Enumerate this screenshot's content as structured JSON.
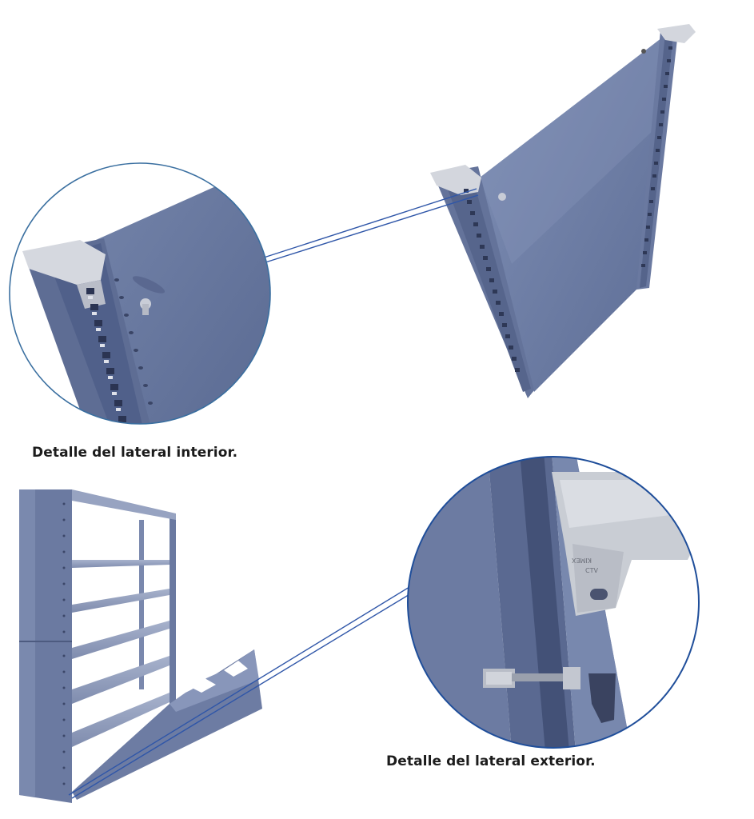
{
  "captions": {
    "interior": "Detalle del lateral interior.",
    "exterior": "Detalle del lateral exterior."
  },
  "stamp_text": [
    "KIMEX",
    "CTV"
  ],
  "colors": {
    "panel": "#6f7fa6",
    "panel_dark": "#56668e",
    "panel_light": "#8e9cc0",
    "slot": "#2f3957",
    "cap": "#d5d8de",
    "connector": "#2f56a8",
    "circle_border": "#3a6fa0",
    "circle_border_blue": "#1f4e9a"
  }
}
